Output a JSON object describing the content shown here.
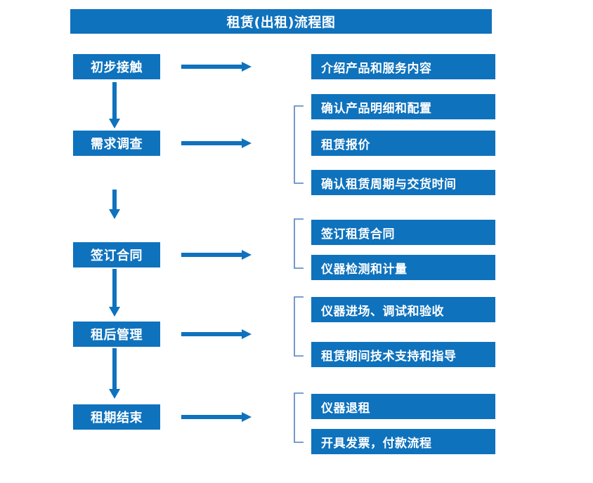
{
  "diagram": {
    "title": "租赁(出租)流程图",
    "colors": {
      "box_fill": "#0f72bd",
      "box_text": "#ffffff",
      "arrow": "#0f72bd",
      "bracket": "#4f81bd",
      "background": "#ffffff"
    },
    "stages": [
      {
        "id": "stage-1",
        "label": "初步接触",
        "details": [
          "介绍产品和服务内容"
        ],
        "bracketed": false
      },
      {
        "id": "stage-2",
        "label": "需求调查",
        "details": [
          "确认产品明细和配置",
          "租赁报价",
          "确认租赁周期与交货时间"
        ],
        "bracketed": true
      },
      {
        "id": "stage-3",
        "label": "签订合同",
        "details": [
          "签订租赁合同",
          "仪器检测和计量"
        ],
        "bracketed": true
      },
      {
        "id": "stage-4",
        "label": "租后管理",
        "details": [
          "仪器进场、调试和验收",
          "租赁期间技术支持和指导"
        ],
        "bracketed": true
      },
      {
        "id": "stage-5",
        "label": "租期结束",
        "details": [
          "仪器退租",
          "开具发票，付款流程"
        ],
        "bracketed": true
      }
    ],
    "connectors": {
      "down_arrow_count": 4,
      "right_arrow_count": 5
    }
  }
}
